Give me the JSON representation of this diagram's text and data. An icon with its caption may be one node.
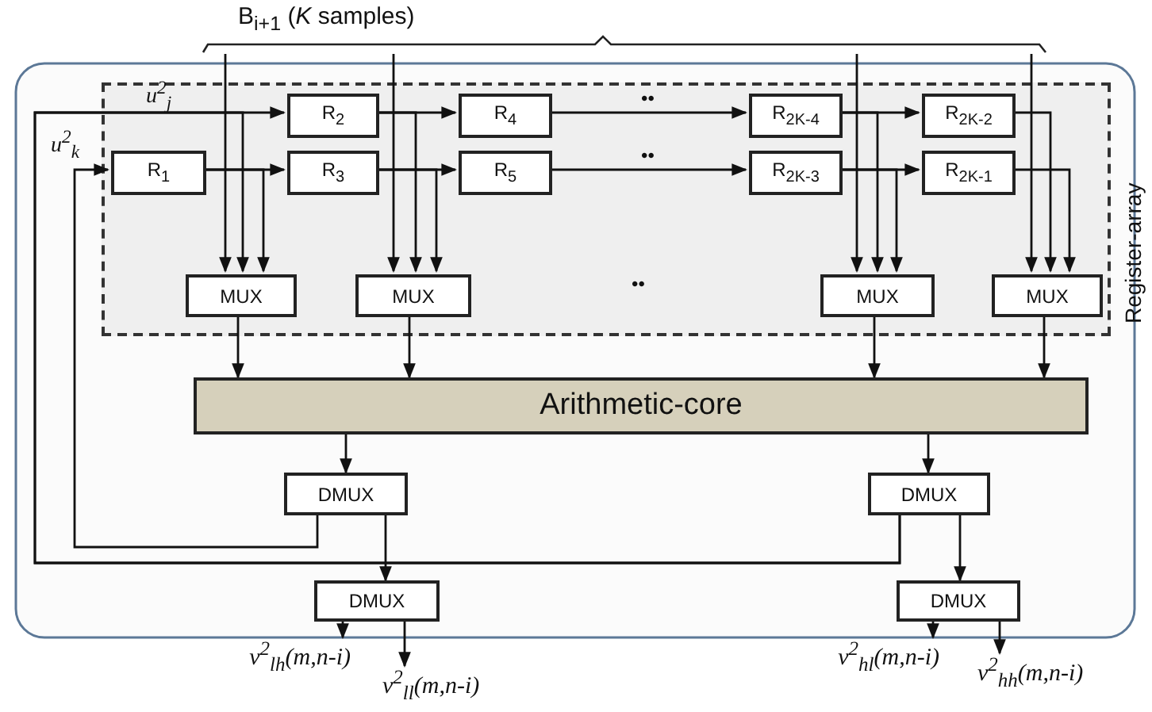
{
  "diagram": {
    "nodes": [
      {
        "text": [
          "B$_{i+1}$ (*K* samples)"
        ]
      },
      {
        "text": [
          "Register-array"
        ]
      },
      {
        "text": [
          "R$_{2}$"
        ],
        "in": 1
      },
      {
        "text": [
          "R$_{4}$"
        ],
        "in": 1
      },
      {
        "text": [
          "R$_{2K-4}$"
        ],
        "in": 1
      },
      {
        "text": [
          "R$_{2K-2}$"
        ],
        "in": 1
      },
      {
        "text": [
          "R$_{1}$"
        ],
        "in": 1
      },
      {
        "text": [
          "R$_{3}$"
        ],
        "in": 1
      },
      {
        "text": [
          "R$_{5}$"
        ],
        "in": 1
      },
      {
        "text": [
          "R$_{2K-3}$"
        ],
        "in": 1
      },
      {
        "text": [
          "R$_{2K-1}$"
        ],
        "in": 1
      },
      {
        "text": [
          "MUX"
        ],
        "in": 1
      },
      {
        "text": [
          "MUX"
        ],
        "in": 1
      },
      {
        "text": [
          "MUX"
        ],
        "in": 1
      },
      {
        "text": [
          "MUX"
        ],
        "in": 1
      },
      {
        "text": [
          "Arithmetic-core"
        ]
      },
      {
        "text": [
          "DMUX"
        ]
      },
      {
        "text": [
          "DMUX"
        ]
      },
      {
        "text": [
          "DMUX"
        ]
      },
      {
        "text": [
          "DMUX"
        ]
      },
      {
        "text": [
          "v$^{2}$$_{lh}$(m,n-i)"
        ]
      },
      {
        "text": [
          "v$^{2}$$_{ll}$(m,n-i)"
        ]
      },
      {
        "text": [
          "v$^{2}$$_{hl}$(m,n-i)"
        ]
      },
      {
        "text": [
          "v$^{2}$$_{hh}$(m,n-i)"
        ]
      }
    ],
    "edges": [
      {
        "from": 0,
        "to": 11,
        "arrow": "to"
      },
      {
        "from": 0,
        "to": 12,
        "arrow": "to"
      },
      {
        "from": 0,
        "to": 13,
        "arrow": "to"
      },
      {
        "from": 0,
        "to": 14,
        "arrow": "to"
      },
      {
        "from": 2,
        "to": 3,
        "arrow": "to"
      },
      {
        "from": 3,
        "to": 4,
        "arrow": "to"
      },
      {
        "from": 4,
        "to": 5,
        "arrow": "to"
      },
      {
        "from": 6,
        "to": 7,
        "arrow": "to"
      },
      {
        "from": 7,
        "to": 8,
        "arrow": "to"
      },
      {
        "from": 8,
        "to": 9,
        "arrow": "to"
      },
      {
        "from": 9,
        "to": 10,
        "arrow": "to"
      },
      {
        "from": 6,
        "to": 11,
        "arrow": "to"
      },
      {
        "from": 2,
        "to": 12,
        "arrow": "to"
      },
      {
        "from": 7,
        "to": 12,
        "arrow": "to"
      },
      {
        "from": 4,
        "to": 13,
        "arrow": "to"
      },
      {
        "from": 9,
        "to": 13,
        "arrow": "to"
      },
      {
        "from": 5,
        "to": 14,
        "arrow": "to"
      },
      {
        "from": 10,
        "to": 14,
        "arrow": "to"
      },
      {
        "from": 11,
        "to": 15,
        "arrow": "to"
      },
      {
        "from": 12,
        "to": 15,
        "arrow": "to"
      },
      {
        "from": 13,
        "to": 15,
        "arrow": "to"
      },
      {
        "from": 14,
        "to": 15,
        "arrow": "to"
      },
      {
        "from": 15,
        "to": 16,
        "arrow": "to"
      },
      {
        "from": 15,
        "to": 17,
        "arrow": "to"
      },
      {
        "from": 16,
        "to": 18,
        "arrow": "to"
      },
      {
        "from": 17,
        "to": 19,
        "arrow": "to"
      },
      {
        "from": 16,
        "to": 6,
        "arrow": "to"
      },
      {
        "from": 17,
        "to": 2,
        "arrow": "to"
      },
      {
        "from": 17,
        "to": 11,
        "arrow": "to"
      },
      {
        "from": 18,
        "to": 20,
        "arrow": "to"
      },
      {
        "from": 18,
        "to": 21,
        "arrow": "to"
      },
      {
        "from": 19,
        "to": 22,
        "arrow": "to"
      },
      {
        "from": 19,
        "to": 23,
        "arrow": "to"
      }
    ],
    "labels": [
      "u$^{2}$$_{j}$",
      "u$^{2}$$_{k}$",
      "••",
      "••",
      "••"
    ]
  }
}
